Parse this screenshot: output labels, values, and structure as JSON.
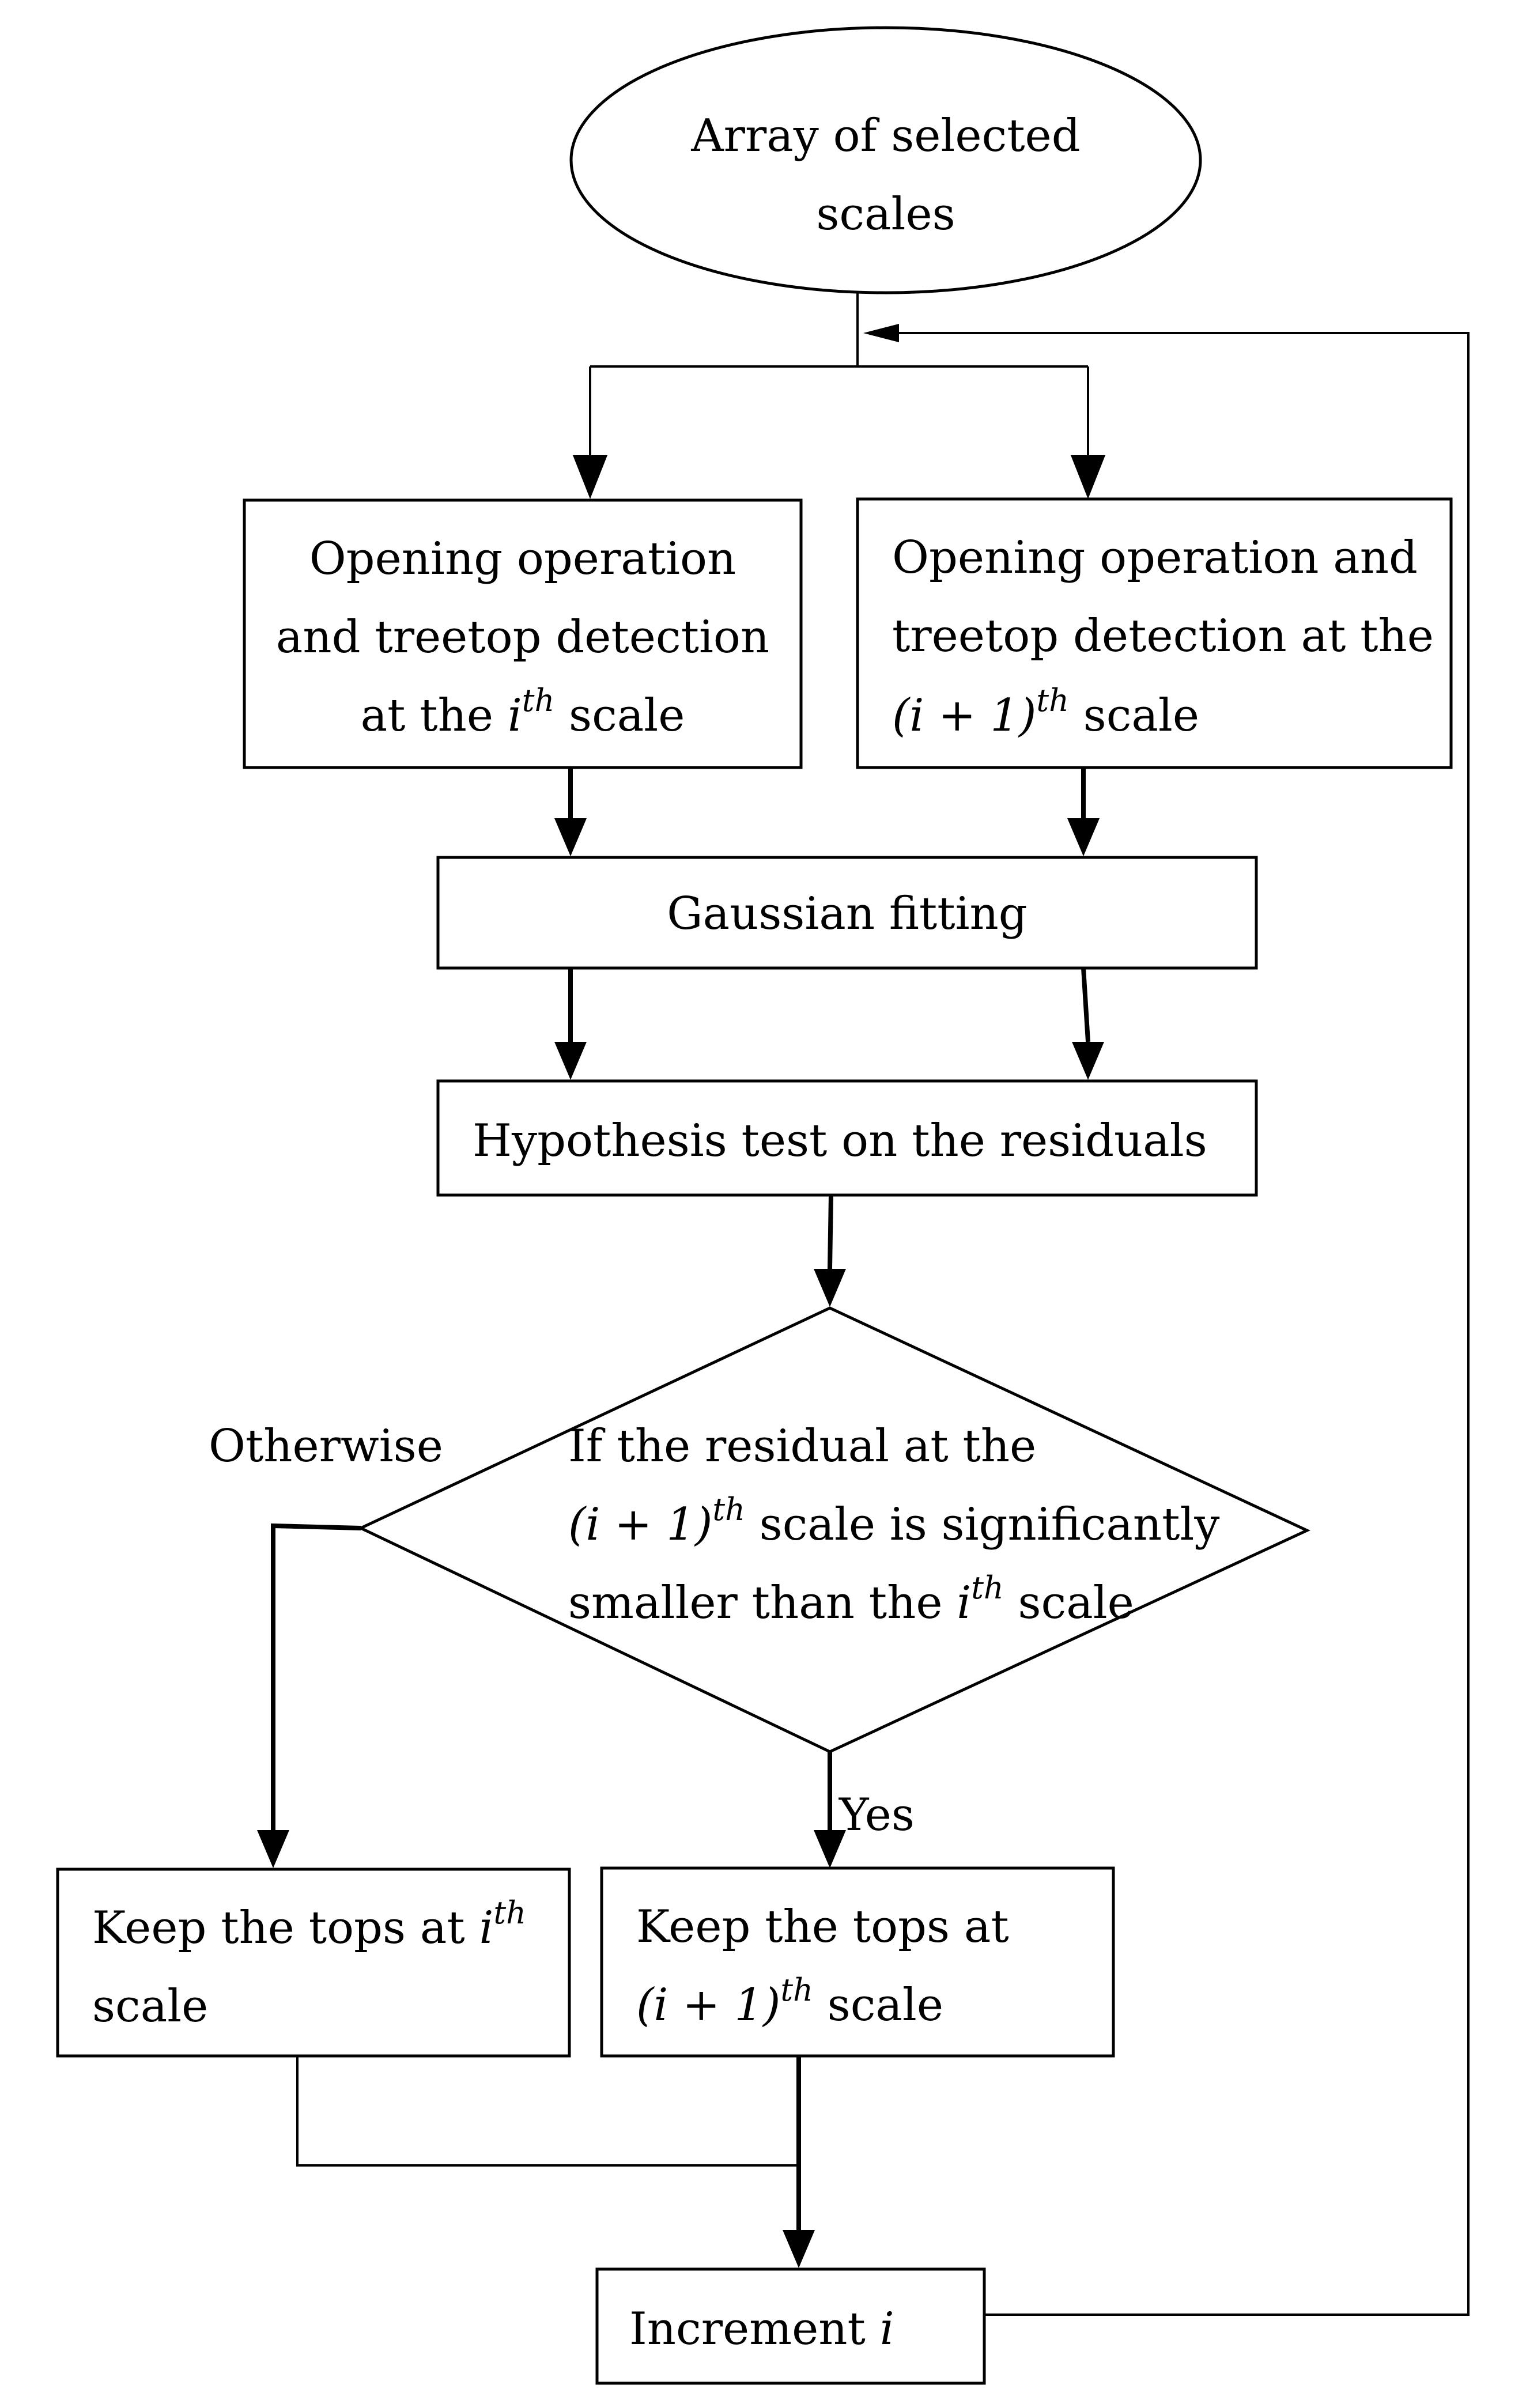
{
  "nodes": {
    "start": {
      "line1": "Array of selected",
      "line2": "scales"
    },
    "open_i": {
      "line1": "Opening operation",
      "line2": "and treetop detection",
      "line3_pre": "at the ",
      "line3_var": "i",
      "line3_sup": "th",
      "line3_post": " scale"
    },
    "open_i1": {
      "line1": "Opening operation and",
      "line2": "treetop detection at the",
      "line3_var": "(i + 1)",
      "line3_sup": "th",
      "line3_post": " scale"
    },
    "gauss": {
      "label": "Gaussian fitting"
    },
    "hyp": {
      "label": "Hypothesis test on the residuals"
    },
    "decision": {
      "line1": "If the residual at the",
      "line2_var": "(i + 1)",
      "line2_sup": "th",
      "line2_post": " scale is significantly",
      "line3_pre": "smaller than the ",
      "line3_var": "i",
      "line3_sup": "th",
      "line3_post": " scale"
    },
    "keep_i": {
      "line1_pre": "Keep the tops at ",
      "line1_var": "i",
      "line1_sup": "th",
      "line2": "scale"
    },
    "keep_i1": {
      "line1": "Keep the tops at",
      "line2_var": "(i + 1)",
      "line2_sup": "th",
      "line2_post": " scale"
    },
    "incr": {
      "pre": "Increment ",
      "var": "i"
    }
  },
  "edges": {
    "otherwise": "Otherwise",
    "yes": "Yes"
  }
}
